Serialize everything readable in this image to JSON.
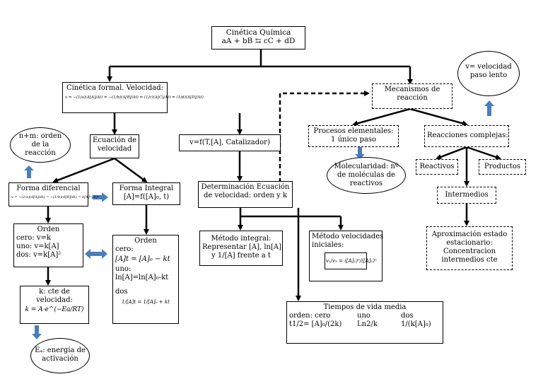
{
  "title": {
    "line1": "Cinética Química",
    "line2": "aA + bB ⇆ cC + dD"
  },
  "formal": {
    "title": "Cinética formal. Velocidad:",
    "formula": "v = −(1/a)(Δ[A]/Δt) = −(1/b)(Δ[B]/Δt) = (1/c)(Δ[C]/Δt) = (1/d)(Δ[D]/Δt)"
  },
  "ecuacion": {
    "line1": "Ecuación de",
    "line2": "velocidad"
  },
  "vf": "v=f(T,[A], Catalizador)",
  "mecanismos": {
    "line1": "Mecanismos de",
    "line2": "reacción"
  },
  "vlenta": {
    "line1": "v= velocidad",
    "line2": "paso lento"
  },
  "norden": {
    "line1": "n+m: orden",
    "line2": "de la",
    "line3": "reacción"
  },
  "diferencial": {
    "title": "Forma diferencial",
    "formula": "v = −(1/a)(d[A]/dt) = −(1/b)(d[B]/dt) = k[A]ⁿ·[B]ᵐ"
  },
  "integral": {
    "title": "Forma Integral",
    "line2": "[A]=f([A]₀, t)"
  },
  "determinacion": {
    "line1": "Determinación Ecuación",
    "line2": "de velocidad: orden  y k"
  },
  "elementales": {
    "line1": "Procesos elementales:",
    "line2": "1  único paso"
  },
  "complejas": "Reacciones complejas:",
  "molecularidad": {
    "line1": "Molecularidad: nº",
    "line2": "de moléculas de",
    "line3": "reactivos"
  },
  "reactivos": "Reactivos",
  "productos": "Productos",
  "intermedios": "Intermedios",
  "aproximacion": {
    "line1": "Aproximación estado",
    "line2": "estacionario:",
    "line3": "Concentracion",
    "line4": "intermedios cte"
  },
  "orden1": {
    "title": "Orden",
    "cero": "cero: v=k",
    "uno": "uno:  v=k[A]",
    "dos": "dos:  v=k[A]²"
  },
  "orden2": {
    "title": "Orden",
    "cero": "cero:",
    "cero_eq": "[A]t = [A]₀ − kt",
    "uno": "uno:",
    "uno_eq": "ln[A]=ln[A]₀-kt",
    "dos": "dos",
    "dos_eq": "1/[A]t = 1/[A]₀ + kt"
  },
  "metodo_integral": {
    "line1": "Método integral:",
    "line2": "Representar [A], ln[A]",
    "line3": "y 1/[A] frente a t"
  },
  "metodo_vel": {
    "line1": "Método velocidades",
    "line2": "iniciales:",
    "formula": "v₁/v₂ = ([A]₁)ⁿ/([A]₂)ⁿ"
  },
  "kcte": {
    "line1": "k: cte de",
    "line2": "velocidad:",
    "formula": "k = A·e^(−Ea/RT)"
  },
  "tiempos": {
    "title": "Tiempos de vida media",
    "row1": [
      "orden: cero",
      "uno",
      "dos"
    ],
    "row2": [
      "t1/2= [A]₀/(2k)",
      "Ln2/k",
      "1/(k[A]₀)"
    ]
  },
  "ea": {
    "line1": "Eₐ: energía de",
    "line2": "activación"
  },
  "colors": {
    "block_arrow": "#4a7ebb"
  }
}
